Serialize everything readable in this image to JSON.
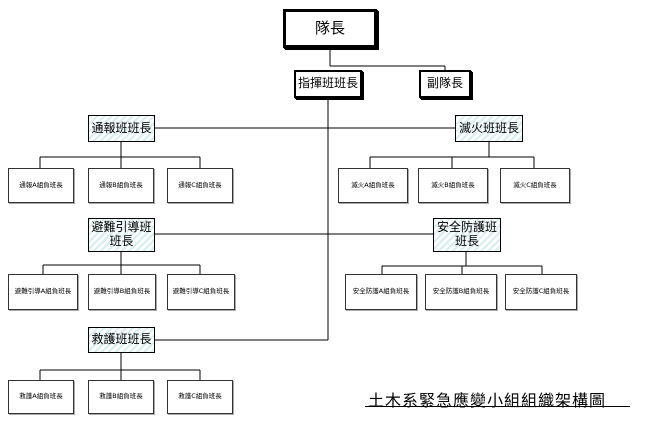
{
  "chart": {
    "captain": "隊長",
    "vice_captain": "副隊長",
    "command": "指揮班班長",
    "left_teams": [
      {
        "leader": "通報班班長",
        "members": [
          "通報A組負班長",
          "通報B組負班長",
          "通報C組負班長"
        ]
      },
      {
        "leader": "避難引導班班長",
        "members": [
          "避難引導A組負班長",
          "避難引導B組負班長",
          "避難引導C組負班長"
        ]
      },
      {
        "leader": "救護班班長",
        "members": [
          "救護A組負班長",
          "救護B組負班長",
          "救護C組負班長"
        ]
      }
    ],
    "right_teams": [
      {
        "leader": "滅火班班長",
        "members": [
          "滅火A組負班長",
          "滅火B組負班長",
          "滅火C組負班長"
        ]
      },
      {
        "leader": "安全防護班班長",
        "members": [
          "安全防護A組負班長",
          "安全防護B組負班長",
          "安全防護C組負班長"
        ]
      }
    ]
  },
  "caption": "土木系緊急應變小組組織架構圖"
}
